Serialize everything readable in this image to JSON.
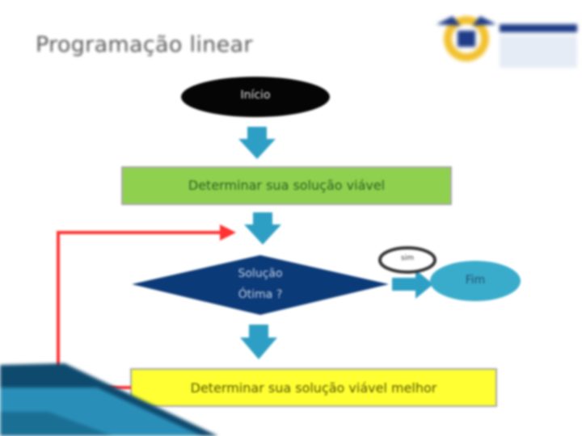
{
  "slide": {
    "title": "Programação linear"
  },
  "logo": {
    "icon": "institution-seal-icon",
    "lines": [
      "",
      "",
      ""
    ]
  },
  "flow": {
    "start_label": "Início",
    "step1_label": "Determinar sua solução viável",
    "decision_label_line1": "Solução",
    "decision_label_line2": "Ótima ?",
    "yes_label": "sim",
    "end_label": "Fim",
    "step2_label": "Determinar sua solução viável melhor"
  },
  "colors": {
    "start_fill": "#050505",
    "step1_fill": "#8fd14f",
    "decision_fill": "#0b3a78",
    "end_fill": "#3aaccb",
    "step2_fill": "#ffff33",
    "arrow_fill": "#2e9fc4",
    "loop_line": "#ff3333",
    "accent_blue": "#1f3c88"
  }
}
